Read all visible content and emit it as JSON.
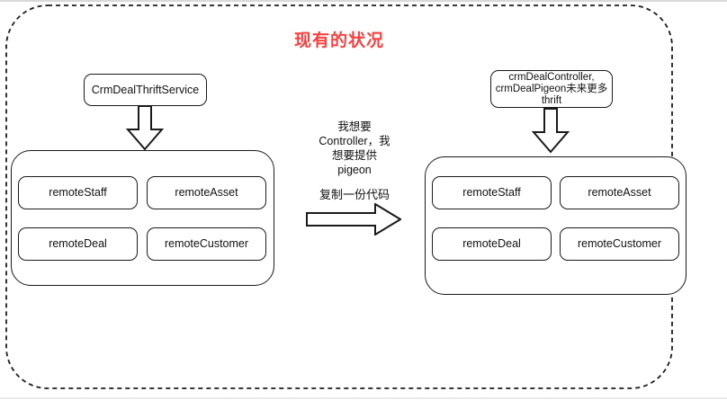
{
  "title": "现有的状况",
  "colors": {
    "title": "#f94141",
    "stroke": "#1a1a1a"
  },
  "left_panel": {
    "service": "CrmDealThriftService",
    "modules": [
      "remoteStaff",
      "remoteAsset",
      "remoteDeal",
      "remoteCustomer"
    ]
  },
  "middle": {
    "note_lines": [
      "我想要",
      "Controller，我",
      "想要提供",
      "pigeon"
    ],
    "action": "复制一份代码"
  },
  "right_panel": {
    "service_lines": [
      "crmDealController,",
      "crmDealPigeon未来更多",
      "thrift"
    ],
    "modules": [
      "remoteStaff",
      "remoteAsset",
      "remoteDeal",
      "remoteCustomer"
    ]
  },
  "icons": {
    "down_arrow": "hollow-down-arrow",
    "right_arrow": "hollow-right-arrow"
  }
}
